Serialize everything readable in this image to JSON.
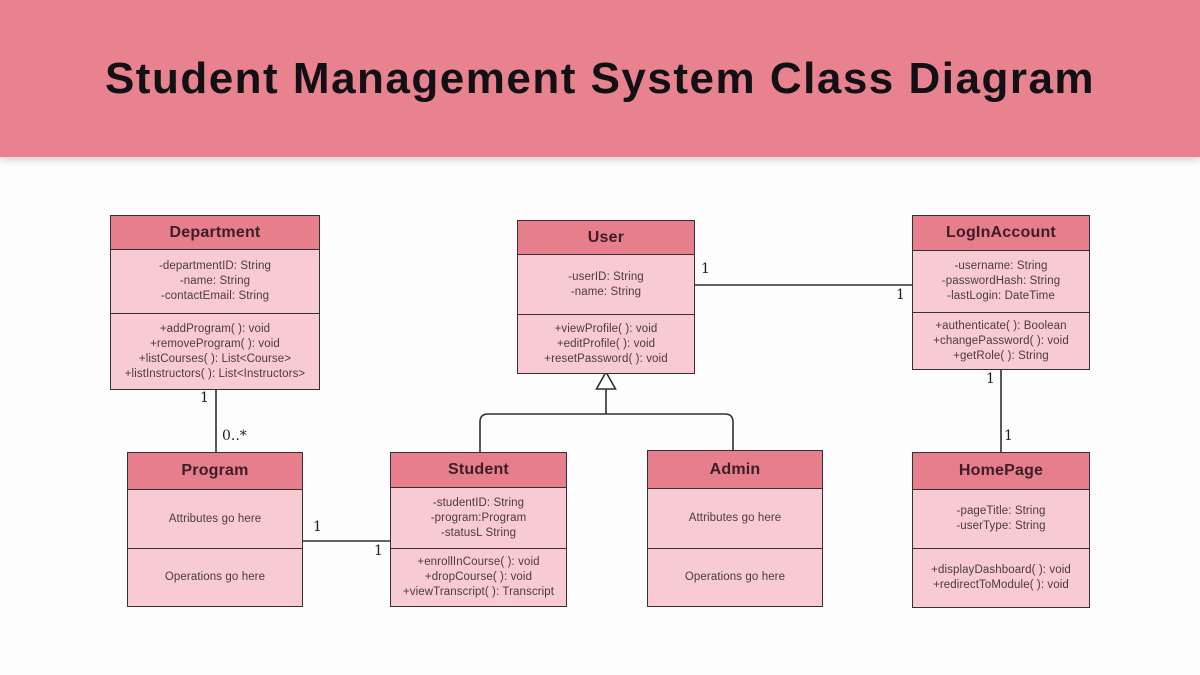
{
  "header": {
    "title": "Student Management System Class Diagram"
  },
  "colors": {
    "banner": "#E8828E",
    "class_header": "#E67E8B",
    "class_body": "#F8CAD1",
    "border": "#363036",
    "line": "#2F2F2F",
    "title_text": "#121014",
    "class_name_text": "#3F1D27",
    "body_text": "#4D3A41",
    "multiplicity_text": "#1E1E1E",
    "background": "#FDFDFD"
  },
  "classes": [
    {
      "id": "department",
      "name": "Department",
      "attributes": [
        "-departmentID: String",
        "-name: String",
        "-contactEmail: String"
      ],
      "operations": [
        "+addProgram( ): void",
        "+removeProgram( ): void",
        "+listCourses( ): List<Course>",
        "+listInstructors( ): List<Instructors>"
      ]
    },
    {
      "id": "user",
      "name": "User",
      "attributes": [
        "-userID: String",
        "-name: String"
      ],
      "operations": [
        "+viewProfile( ): void",
        "+editProfile( ): void",
        "+resetPassword( ): void"
      ]
    },
    {
      "id": "loginaccount",
      "name": "LogInAccount",
      "attributes": [
        "-username: String",
        "-passwordHash: String",
        "-lastLogin: DateTime"
      ],
      "operations": [
        "+authenticate( ): Boolean",
        "+changePassword( ): void",
        "+getRole( ): String"
      ]
    },
    {
      "id": "program",
      "name": "Program",
      "attributes": [
        "Attributes go here"
      ],
      "operations": [
        "Operations go here"
      ]
    },
    {
      "id": "student",
      "name": "Student",
      "attributes": [
        "-studentID: String",
        "-program:Program",
        "-statusL String"
      ],
      "operations": [
        "+enrollInCourse( ): void",
        "+dropCourse( ): void",
        "+viewTranscript( ): Transcript"
      ]
    },
    {
      "id": "admin",
      "name": "Admin",
      "attributes": [
        "Attributes go here"
      ],
      "operations": [
        "Operations go here"
      ]
    },
    {
      "id": "homepage",
      "name": "HomePage",
      "attributes": [
        "-pageTitle: String",
        "-userType: String"
      ],
      "operations": [
        "+displayDashboard( ): void",
        "+redirectToModule( ): void"
      ]
    }
  ],
  "relationships": [
    {
      "id": "department-program",
      "type": "association",
      "from": "Department",
      "to": "Program",
      "from_multiplicity": "1",
      "to_multiplicity": "0..*"
    },
    {
      "id": "user-loginaccount",
      "type": "association",
      "from": "User",
      "to": "LogInAccount",
      "from_multiplicity": "1",
      "to_multiplicity": "1"
    },
    {
      "id": "loginaccount-homepage",
      "type": "association",
      "from": "LogInAccount",
      "to": "HomePage",
      "from_multiplicity": "1",
      "to_multiplicity": "1"
    },
    {
      "id": "program-student",
      "type": "association",
      "from": "Program",
      "to": "Student",
      "from_multiplicity": "1",
      "to_multiplicity": "1"
    },
    {
      "id": "user-generalization",
      "type": "generalization",
      "parent": "User",
      "children": [
        "Student",
        "Admin"
      ]
    }
  ]
}
